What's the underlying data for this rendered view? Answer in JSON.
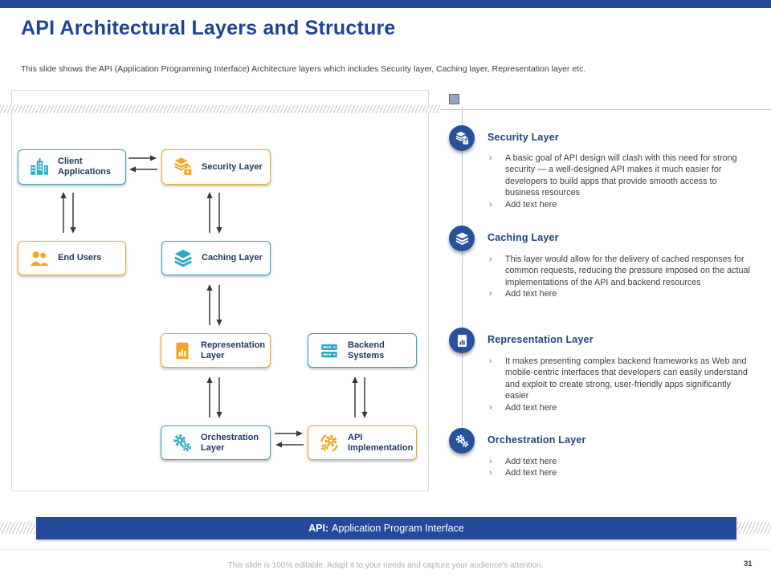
{
  "slide": {
    "title": "API Architectural Layers and Structure",
    "subtitle": "This slide shows the API (Application Programming Interface) Architecture layers which includes Security layer, Caching layer, Representation layer etc.",
    "footer": "This slide is 100% editable. Adapt it to your needs and capture your audience's attention.",
    "page_number": "31"
  },
  "diagram": {
    "boxes": [
      {
        "label": "Client Applications",
        "icon": "buildings-icon",
        "accent": "teal"
      },
      {
        "label": "Security Layer",
        "icon": "layers-lock-icon",
        "accent": "orange"
      },
      {
        "label": "End Users",
        "icon": "users-icon",
        "accent": "orange"
      },
      {
        "label": "Caching Layer",
        "icon": "layers-icon",
        "accent": "teal"
      },
      {
        "label": "Representation Layer",
        "icon": "document-chart-icon",
        "accent": "orange"
      },
      {
        "label": "Backend Systems",
        "icon": "servers-icon",
        "accent": "teal"
      },
      {
        "label": "Orchestration Layer",
        "icon": "gears-icon",
        "accent": "teal"
      },
      {
        "label": "API Implementation",
        "icon": "gear-sync-icon",
        "accent": "orange"
      }
    ]
  },
  "sections": [
    {
      "title": "Security Layer",
      "icon": "layers-lock-icon",
      "bullets": [
        "A basic goal of API design will clash with this need for strong security — a well-designed API makes it much easier for developers to build apps that provide smooth access to business resources",
        "Add text here"
      ]
    },
    {
      "title": "Caching Layer",
      "icon": "layers-icon",
      "bullets": [
        "This layer would allow for the delivery of cached responses for common requests, reducing the pressure imposed on the actual implementations of the API and backend resources",
        "Add text here"
      ]
    },
    {
      "title": "Representation Layer",
      "icon": "document-chart-icon",
      "bullets": [
        "It makes presenting complex backend frameworks as Web and mobile-centric interfaces that developers can easily understand and exploit to create strong, user-friendly apps significantly easier",
        "Add text here"
      ]
    },
    {
      "title": "Orchestration Layer",
      "icon": "gears-icon",
      "bullets": [
        "Add text here",
        "Add text here"
      ]
    }
  ],
  "banner": {
    "prefix": "API:",
    "text": "Application Program Interface"
  },
  "colors": {
    "primary_blue": "#25499B",
    "title_blue": "#1F4394",
    "heading_blue": "#1F447E",
    "circle_blue": "#27519B",
    "teal": "#2AA7BD",
    "orange": "#F2A71B"
  }
}
